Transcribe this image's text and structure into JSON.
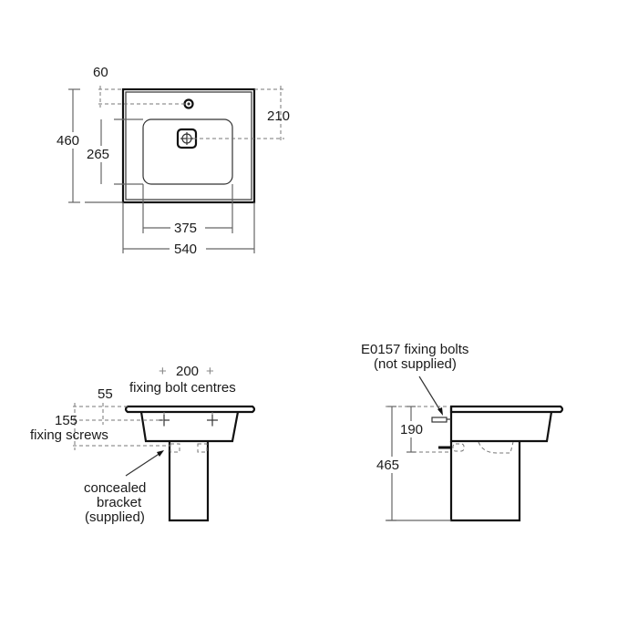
{
  "plan_view": {
    "dim_tap_offset": "60",
    "dim_depth_total": "460",
    "dim_bowl_depth": "265",
    "dim_waste_offset": "210",
    "dim_bowl_width": "375",
    "dim_width_total": "540"
  },
  "front_view": {
    "bolt_centres_value": "200",
    "bolt_centres_label": "fixing bolt centres",
    "dim_top": "55",
    "dim_screws": "155",
    "screws_label": "fixing screws",
    "bracket_label_line1": "concealed",
    "bracket_label_line2": "bracket",
    "bracket_label_line3": "(supplied)"
  },
  "side_view": {
    "bolts_label_line1": "E0157 fixing bolts",
    "bolts_label_line2": "(not supplied)",
    "dim_bolt_height": "190",
    "dim_total_height": "465"
  }
}
